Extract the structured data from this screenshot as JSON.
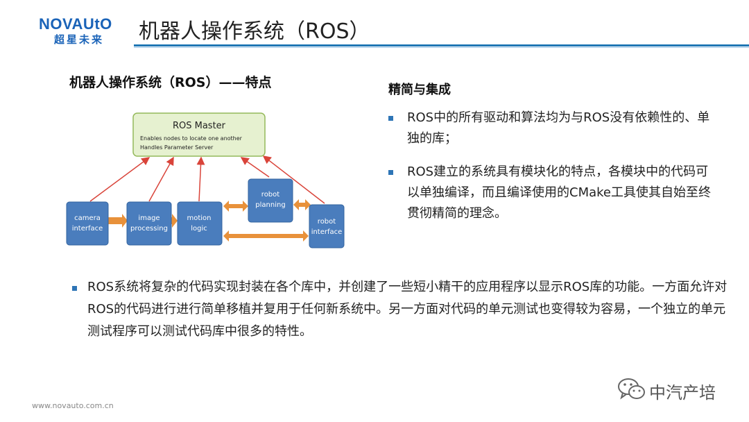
{
  "header": {
    "logo_text": "NOVAUtO",
    "logo_subtext": "超星未来",
    "title": "机器人操作系统（ROS）"
  },
  "left": {
    "heading": "机器人操作系统（ROS）——特点",
    "diagram": {
      "master_title": "ROS Master",
      "master_bullets": [
        "Enables nodes to locate one another",
        "Handles Parameter Server"
      ],
      "nodes": {
        "camera": [
          "camera",
          "interface"
        ],
        "image": [
          "image",
          "processing"
        ],
        "motion": [
          "motion",
          "logic"
        ],
        "planning": [
          "robot",
          "planning"
        ],
        "robot": [
          "robot",
          "interface"
        ]
      },
      "colors": {
        "master_fill": "#e6f1d0",
        "master_border": "#94b95a",
        "node_fill": "#4a7dbd",
        "arrow": "#e8913a",
        "line": "#d9443a"
      }
    }
  },
  "right": {
    "heading": "精简与集成",
    "bullets": [
      "ROS中的所有驱动和算法均为与ROS没有依赖性的、单独的库；",
      "ROS建立的系统具有模块化的特点，各模块中的代码可以单独编译，而且编译使用的CMake工具使其自始至终贯彻精简的理念。"
    ]
  },
  "bottom": {
    "bullet": "ROS系统将复杂的代码实现封装在各个库中，并创建了一些短小精干的应用程序以显示ROS库的功能。一方面允许对ROS的代码进行进行简单移植并复用于任何新系统中。另一方面对代码的单元测试也变得较为容易，一个独立的单元测试程序可以测试代码库中很多的特性。"
  },
  "footer": {
    "url": "www.novauto.com.cn",
    "watermark": "中汽产培",
    "watermark_icon": "wechat-icon"
  },
  "colors": {
    "brand": "#1a63b8",
    "rule": "#1f77b4",
    "bullet": "#2e75b6"
  }
}
